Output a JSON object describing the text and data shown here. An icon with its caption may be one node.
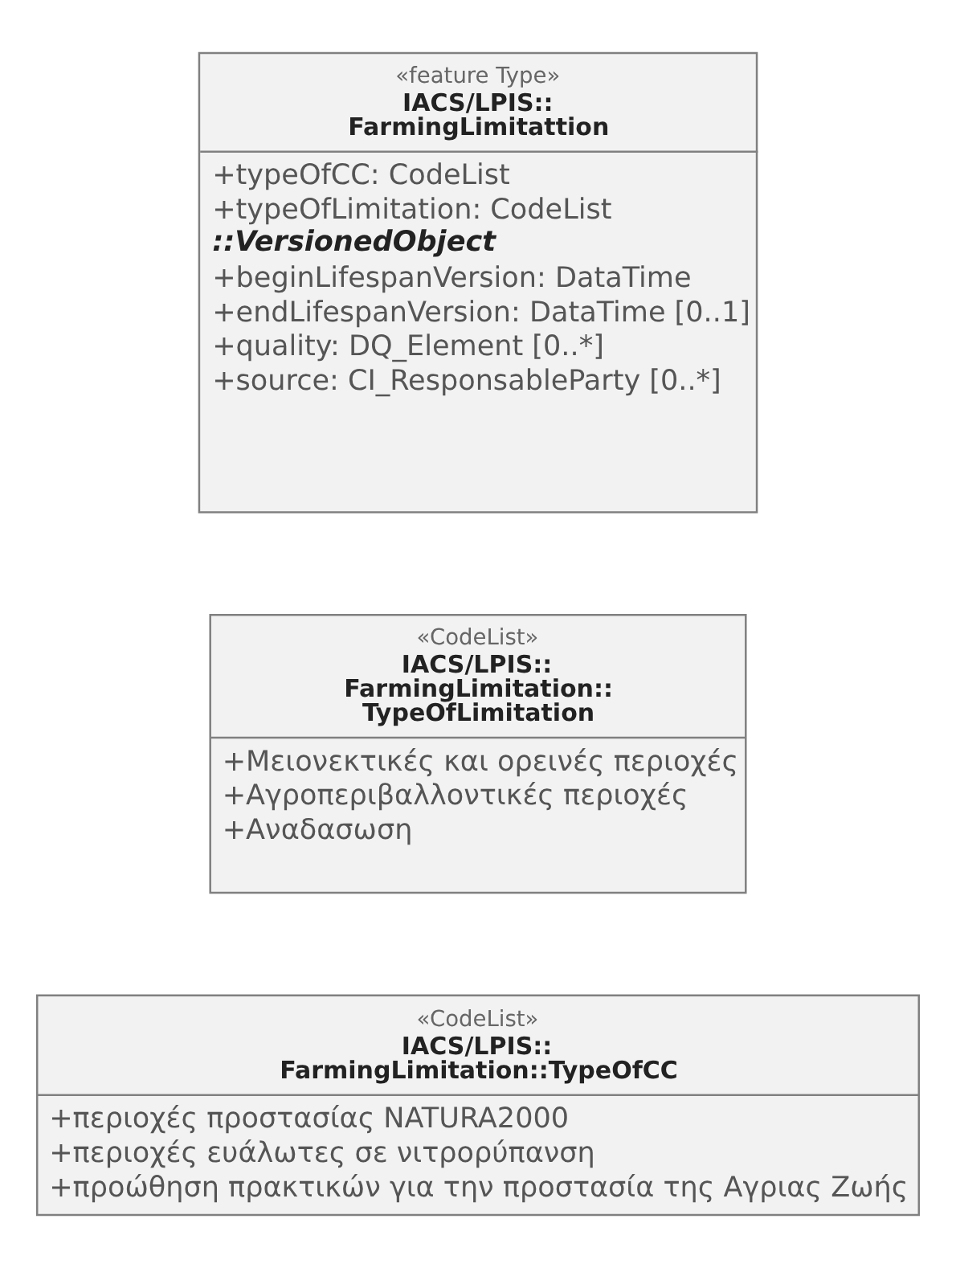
{
  "diagram": {
    "nodes": [
      {
        "text": [
          "«feature Type»",
          "IACS/LPIS:: FarmingLimitattion",
          "+typeOfCC: CodeList",
          "+typeOfLimitation: CodeList",
          "::VersionedObject",
          "+beginLifespanVersion: DataTime",
          "+endLifespanVersion: DataTime [0..1]",
          "+quality: DQ_Element [0..*]",
          "+source: CI_ResponsableParty [0..*]"
        ]
      },
      {
        "text": [
          "«CodeList»",
          "IACS/LPIS:: FarmingLimitation:: TypeOfLimitation",
          "+Μειονεκτικές και ορεινές περιοχές",
          "+Αγροπεριβαλλοντικές περιοχές",
          "+Αναδασωση"
        ]
      },
      {
        "text": [
          "«CodeList»",
          "IACS/LPIS:: FarmingLimitation::TypeOfCC",
          "+περιοχές προστασίας NATURA2000",
          "+περιοχές ευάλωτες σε νιτρορύπανση",
          "+προώθηση πρακτικών για την προστασία της Αγριας Ζωής"
        ]
      }
    ],
    "edges": []
  }
}
